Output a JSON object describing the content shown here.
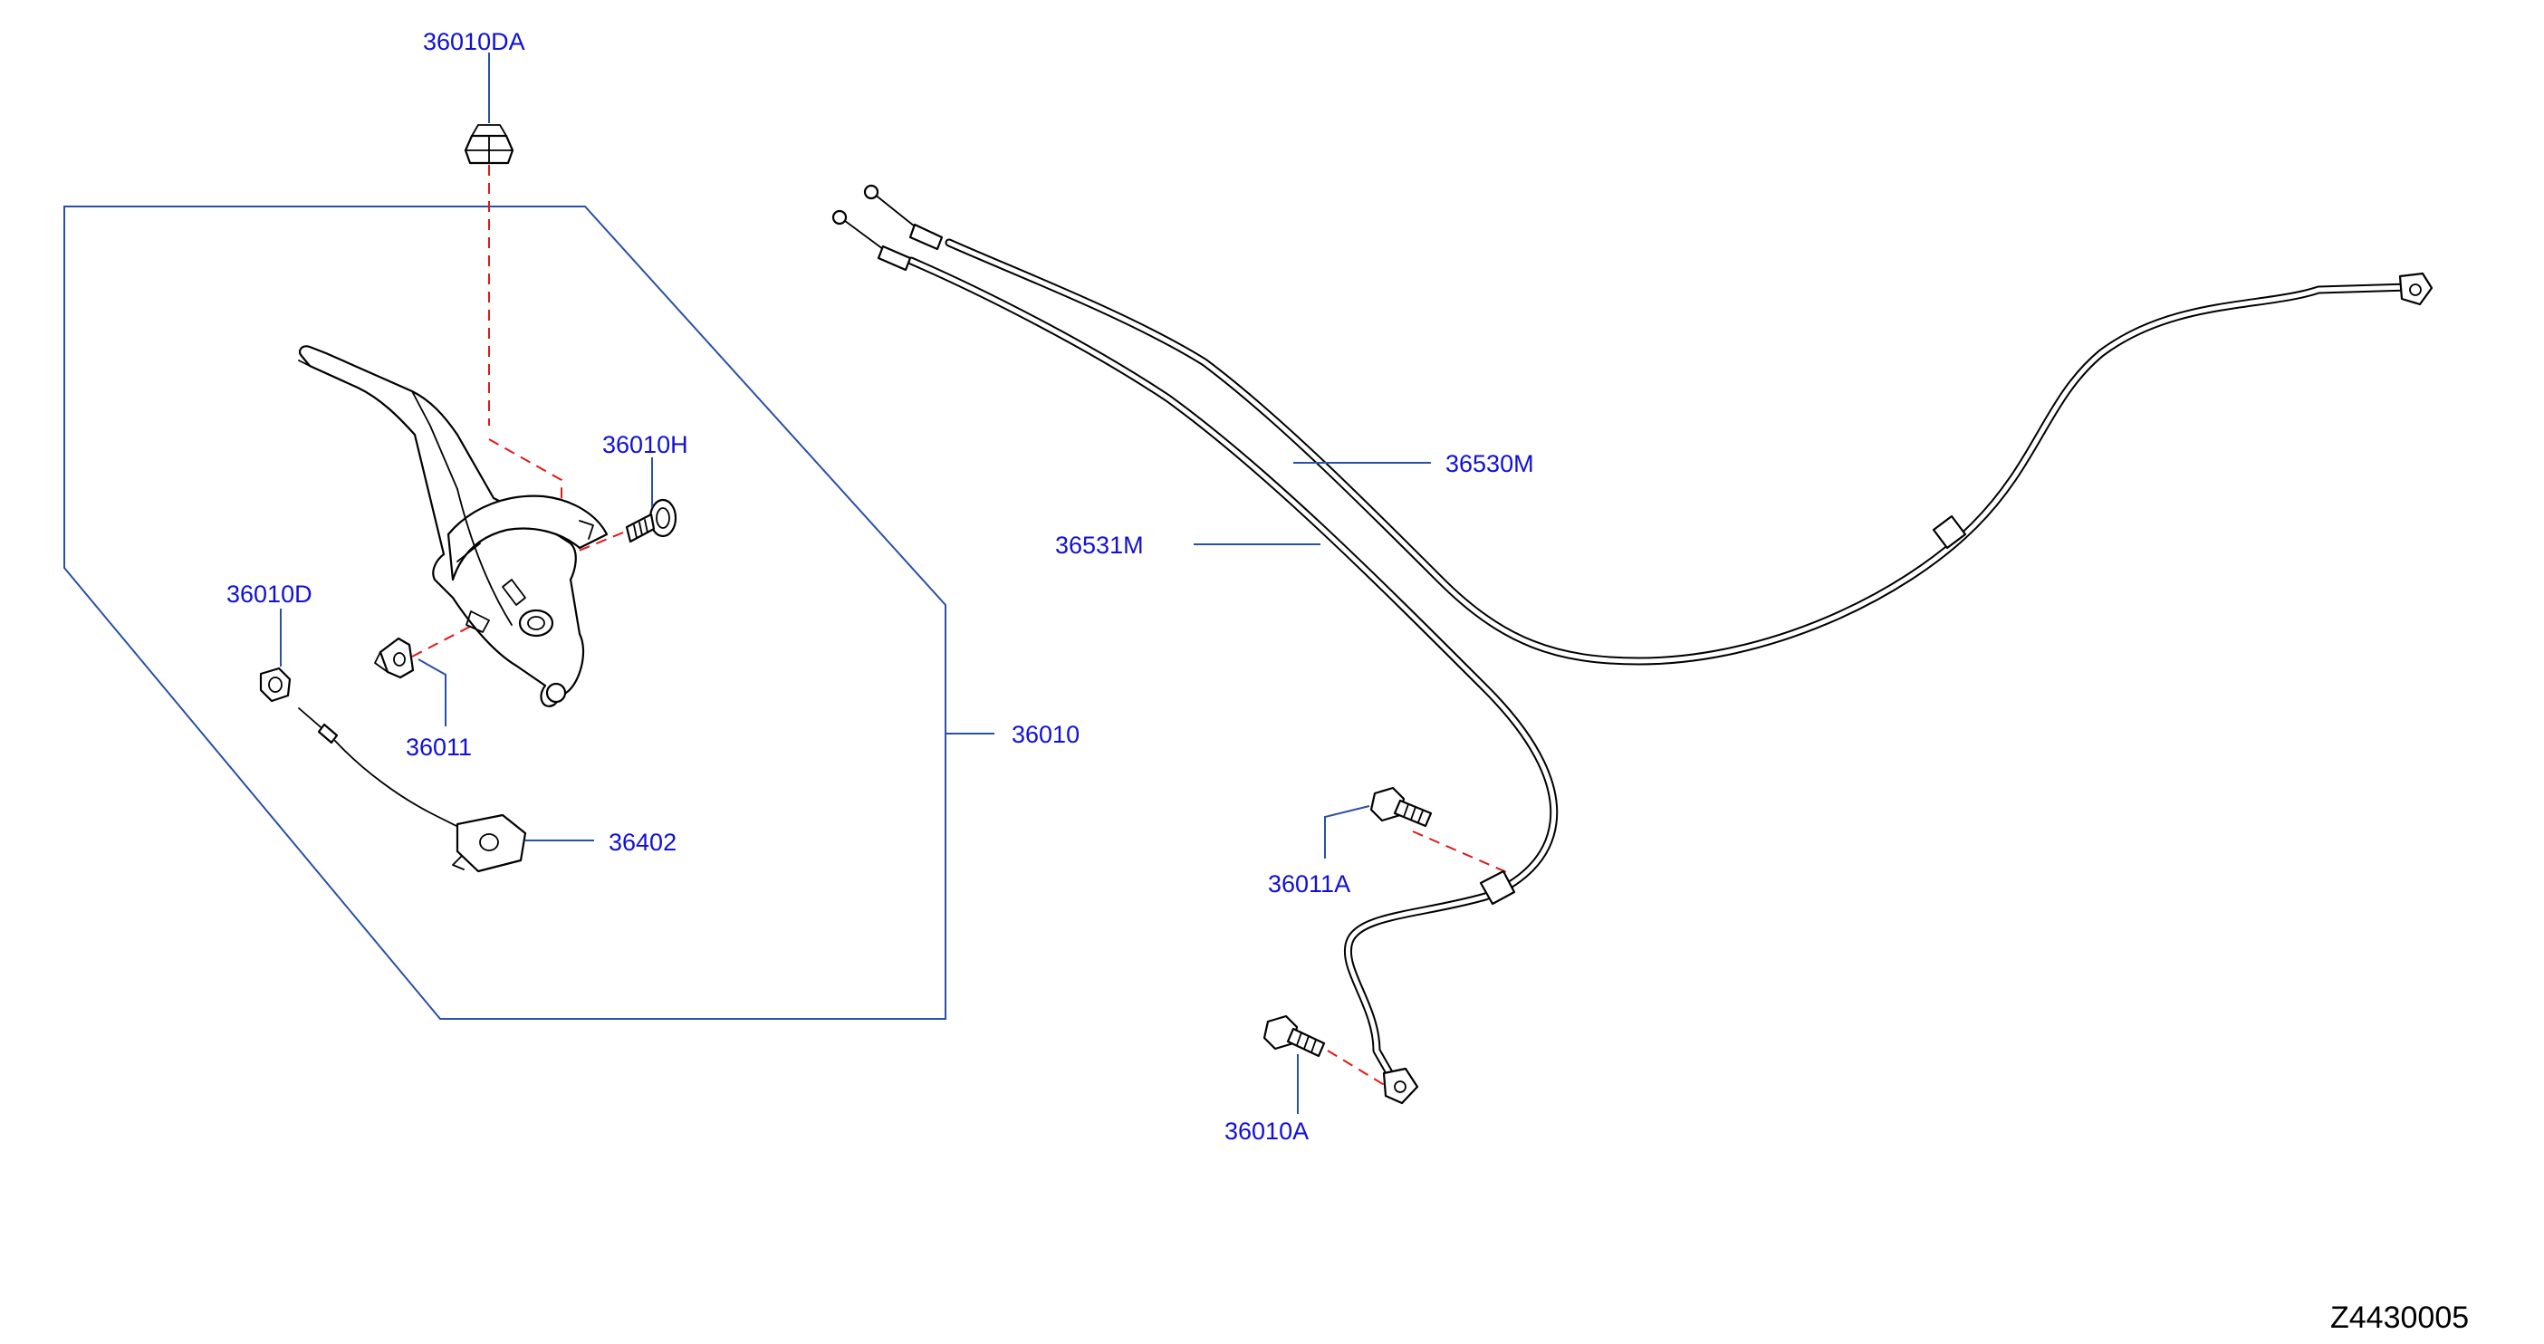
{
  "diagram_id": "Z4430005",
  "colors": {
    "callout_text": "#1010d8",
    "leader_line": "#2a50a6",
    "dashed_guide": "#e01818",
    "part_outline": "#000000",
    "background": "#ffffff"
  },
  "callouts": {
    "c_36010DA": "36010DA",
    "c_36010H": "36010H",
    "c_36010D": "36010D",
    "c_36011": "36011",
    "c_36010": "36010",
    "c_36402": "36402",
    "c_36530M": "36530M",
    "c_36531M": "36531M",
    "c_36011A": "36011A",
    "c_36010A": "36010A"
  },
  "parts": {
    "nut_top": "nut-icon",
    "lever": "parking-brake-lever-icon",
    "bolt_lever": "bolt-icon",
    "nut_left": "nut-icon",
    "bracket": "bracket-clip-icon",
    "switch_harness": "brake-switch-harness-icon",
    "cables": "parking-brake-cable-icon",
    "bolt_cable_mid": "bolt-icon",
    "bolt_cable_end": "bolt-icon"
  }
}
